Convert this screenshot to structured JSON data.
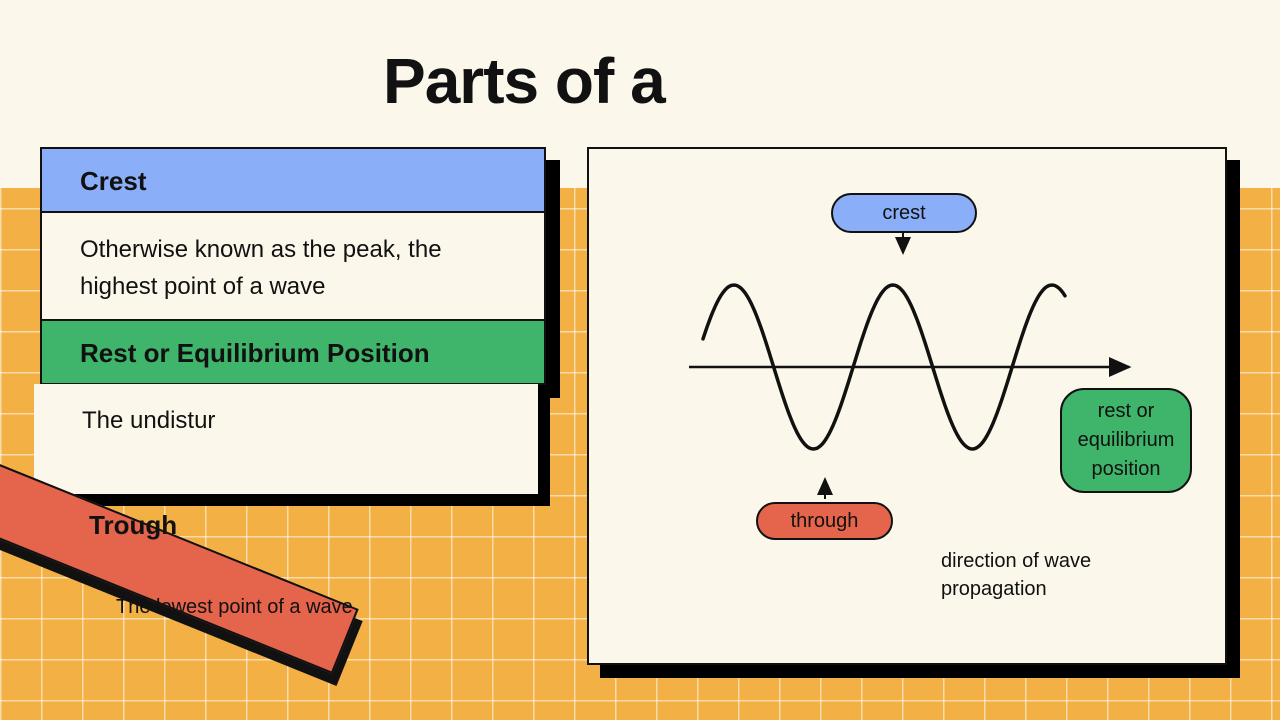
{
  "slide": {
    "title": "Parts of a"
  },
  "definitions": {
    "crest": {
      "term": "Crest",
      "text": "Otherwise known as the peak, the highest point of a wave",
      "color": "#8aaef8"
    },
    "rest": {
      "term": "Rest or Equilibrium Position",
      "text": "The undistur",
      "color": "#3fb56b"
    },
    "trough": {
      "term": "Trough",
      "text": "The lowest point of a wave",
      "color": "#e5644c"
    }
  },
  "diagram": {
    "crest_label": "crest",
    "through_label": "through",
    "rest_label": "rest or equilibrium position",
    "direction_label": "direction of wave propagation"
  }
}
